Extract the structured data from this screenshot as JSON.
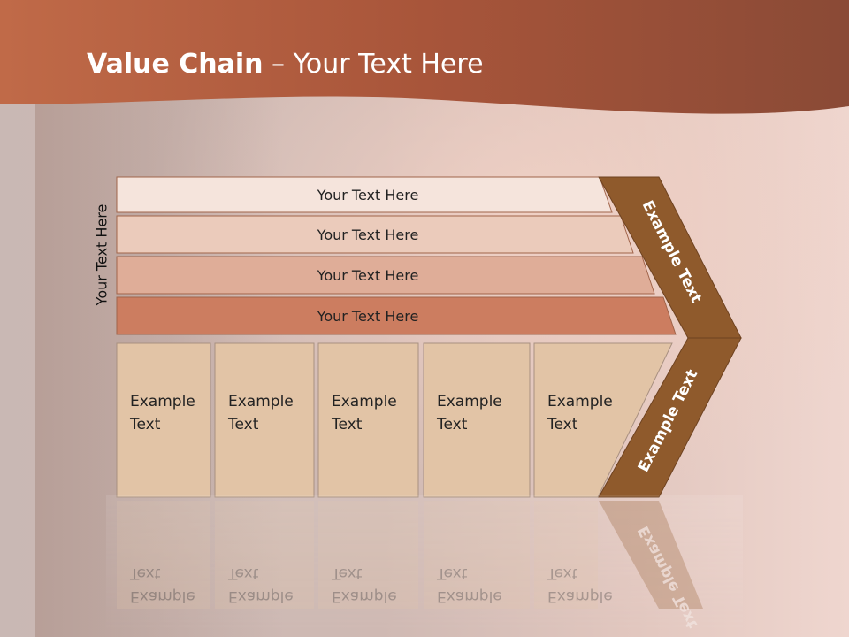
{
  "title": {
    "bold": "Value Chain",
    "rest": " – Your Text Here"
  },
  "side_label": "Your Text Here",
  "rows": [
    {
      "label": "Your Text Here",
      "fill": "#f5e4dc"
    },
    {
      "label": "Your Text Here",
      "fill": "#ebcbbb"
    },
    {
      "label": "Your Text Here",
      "fill": "#dfad98"
    },
    {
      "label": "Your Text Here",
      "fill": "#cc7d60"
    }
  ],
  "columns": [
    {
      "line1": "Example",
      "line2": "Text"
    },
    {
      "line1": "Example",
      "line2": "Text"
    },
    {
      "line1": "Example",
      "line2": "Text"
    },
    {
      "line1": "Example",
      "line2": "Text"
    },
    {
      "line1": "Example",
      "line2": "Text"
    }
  ],
  "arrow_upper_label": "Example Text",
  "arrow_lower_label": "Example Text",
  "colors": {
    "header_band": "#b0583a",
    "arrow": "#8f5a2c",
    "column_fill": "#e2c4a6",
    "row_stroke": "#a0644a"
  }
}
